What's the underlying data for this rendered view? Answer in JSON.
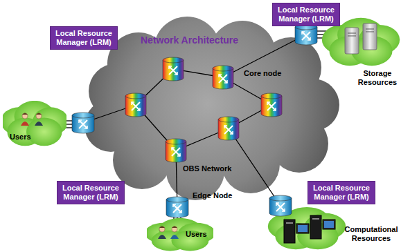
{
  "diagram": {
    "title": "Network Architecture",
    "nodes": [
      {
        "text": [
          "Local Resource Manager (LRM)"
        ]
      },
      {
        "text": [
          "Local Resource Manager (LRM)"
        ]
      },
      {
        "text": [
          "Users"
        ]
      },
      {
        "text": [
          "Local Resource Manager (LRM)"
        ]
      },
      {
        "text": [
          "Local Resource Manager (LRM)"
        ]
      },
      {
        "text": [
          "Users"
        ]
      }
    ],
    "labels": [
      "Core node",
      "OBS Network",
      "Edge Node",
      "Storage Resources",
      "Computational Resources"
    ]
  }
}
